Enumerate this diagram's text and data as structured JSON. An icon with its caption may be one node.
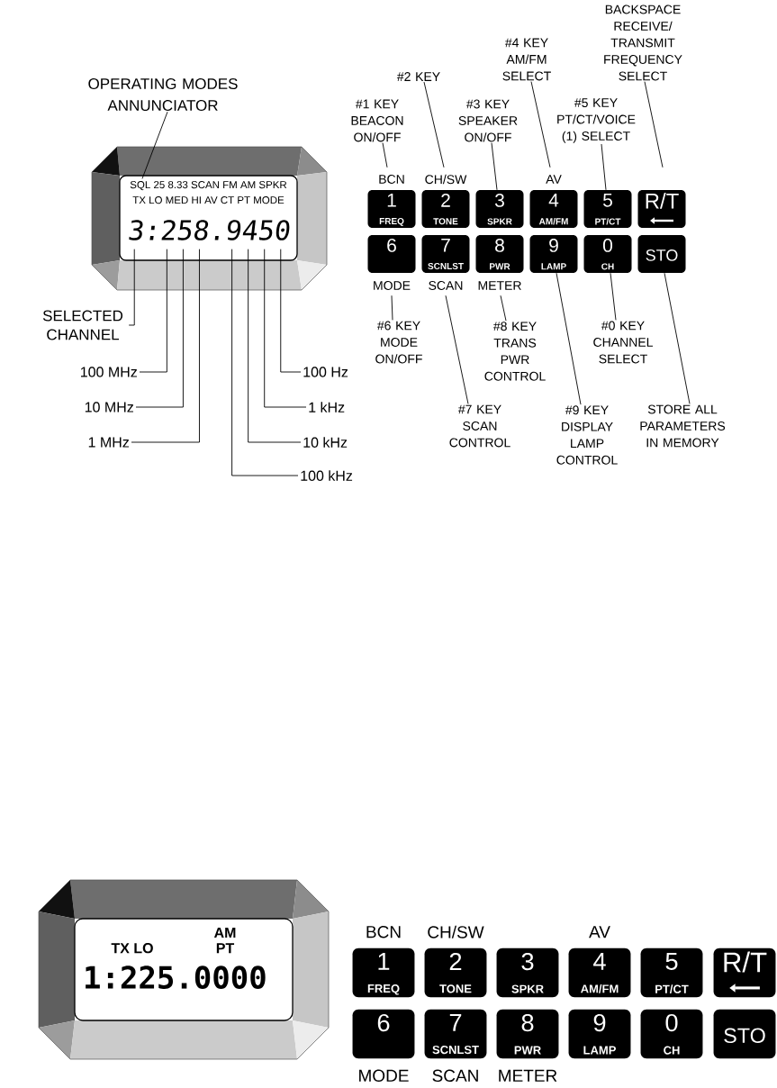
{
  "diagram": {
    "nodes": [
      {
        "text": [
          "SQL 25 8.33 SCAN FM AM SPKR",
          "TX LO MED HI AV CT PT MODE",
          "3:258.9450"
        ]
      },
      {
        "text": [
          "OPERATING MODES ANNUNCIATOR"
        ]
      },
      {
        "text": [
          "SELECTED CHANNEL"
        ]
      },
      {
        "text": [
          "100 MHz"
        ]
      },
      {
        "text": [
          "10 MHz"
        ]
      },
      {
        "text": [
          "1 MHz"
        ]
      },
      {
        "text": [
          "100 kHz"
        ]
      },
      {
        "text": [
          "10 kHz"
        ]
      },
      {
        "text": [
          "1 kHz"
        ]
      },
      {
        "text": [
          "100 Hz"
        ]
      },
      {
        "text": [
          "1",
          "FREQ"
        ],
        "beside": [
          "BCN"
        ]
      },
      {
        "text": [
          "2",
          "TONE"
        ],
        "beside": [
          "CH/SW"
        ]
      },
      {
        "text": [
          "3",
          "SPKR"
        ]
      },
      {
        "text": [
          "4",
          "AM/FM"
        ],
        "beside": [
          "AV"
        ]
      },
      {
        "text": [
          "5",
          "PT/CT"
        ]
      },
      {
        "text": [
          "R/T"
        ]
      },
      {
        "text": [
          "6"
        ],
        "beside": [
          "MODE"
        ]
      },
      {
        "text": [
          "7",
          "SCNLST"
        ],
        "beside": [
          "SCAN"
        ]
      },
      {
        "text": [
          "8",
          "PWR"
        ],
        "beside": [
          "METER"
        ]
      },
      {
        "text": [
          "9",
          "LAMP"
        ]
      },
      {
        "text": [
          "0",
          "CH"
        ]
      },
      {
        "text": [
          "STO"
        ]
      },
      {
        "text": [
          "#1 KEY BEACON ON/OFF"
        ]
      },
      {
        "text": [
          "#2 KEY"
        ]
      },
      {
        "text": [
          "#3 KEY SPEAKER ON/OFF"
        ]
      },
      {
        "text": [
          "#4 KEY AM/FM SELECT"
        ]
      },
      {
        "text": [
          "#5 KEY PT/CT/VOICE (1) SELECT"
        ]
      },
      {
        "text": [
          "BACKSPACE RECEIVE/ TRANSMIT FREQUENCY SELECT"
        ]
      },
      {
        "text": [
          "#6 KEY MODE ON/OFF"
        ]
      },
      {
        "text": [
          "#7 KEY SCAN CONTROL"
        ]
      },
      {
        "text": [
          "#8 KEY TRANS PWR CONTROL"
        ]
      },
      {
        "text": [
          "#9 KEY DISPLAY LAMP CONTROL"
        ]
      },
      {
        "text": [
          "#0 KEY CHANNEL SELECT"
        ]
      },
      {
        "text": [
          "STORE ALL PARAMETERS IN MEMORY"
        ]
      },
      {
        "text": [
          "AM",
          "TX LO",
          "PT",
          "1:225.0000"
        ]
      },
      {
        "text": [
          "1",
          "FREQ"
        ],
        "beside": [
          "BCN"
        ]
      },
      {
        "text": [
          "2",
          "TONE"
        ],
        "beside": [
          "CH/SW"
        ]
      },
      {
        "text": [
          "3",
          "SPKR"
        ]
      },
      {
        "text": [
          "4",
          "AM/FM"
        ],
        "beside": [
          "AV"
        ]
      },
      {
        "text": [
          "5",
          "PT/CT"
        ]
      },
      {
        "text": [
          "R/T"
        ]
      },
      {
        "text": [
          "6"
        ],
        "beside": [
          "MODE"
        ]
      },
      {
        "text": [
          "7",
          "SCNLST"
        ],
        "beside": [
          "SCAN"
        ]
      },
      {
        "text": [
          "8",
          "PWR"
        ],
        "beside": [
          "METER"
        ]
      },
      {
        "text": [
          "9",
          "LAMP"
        ]
      },
      {
        "text": [
          "0",
          "CH"
        ]
      },
      {
        "text": [
          "STO"
        ]
      }
    ],
    "edges": [
      {
        "from": 1,
        "to": 0,
        "arrow": "none"
      },
      {
        "from": 2,
        "to": 0,
        "arrow": "none"
      },
      {
        "from": 3,
        "to": 0,
        "arrow": "none"
      },
      {
        "from": 4,
        "to": 0,
        "arrow": "none"
      },
      {
        "from": 5,
        "to": 0,
        "arrow": "none"
      },
      {
        "from": 6,
        "to": 0,
        "arrow": "none"
      },
      {
        "from": 7,
        "to": 0,
        "arrow": "none"
      },
      {
        "from": 8,
        "to": 0,
        "arrow": "none"
      },
      {
        "from": 9,
        "to": 0,
        "arrow": "none"
      },
      {
        "from": 22,
        "to": 10,
        "arrow": "none"
      },
      {
        "from": 23,
        "to": 11,
        "arrow": "none"
      },
      {
        "from": 24,
        "to": 12,
        "arrow": "none"
      },
      {
        "from": 25,
        "to": 13,
        "arrow": "none"
      },
      {
        "from": 26,
        "to": 14,
        "arrow": "none"
      },
      {
        "from": 27,
        "to": 15,
        "arrow": "none"
      },
      {
        "from": 28,
        "to": 16,
        "arrow": "none"
      },
      {
        "from": 29,
        "to": 17,
        "arrow": "none"
      },
      {
        "from": 30,
        "to": 18,
        "arrow": "none"
      },
      {
        "from": 31,
        "to": 19,
        "arrow": "none"
      },
      {
        "from": 32,
        "to": 20,
        "arrow": "none"
      },
      {
        "from": 33,
        "to": 21,
        "arrow": "none"
      }
    ]
  }
}
